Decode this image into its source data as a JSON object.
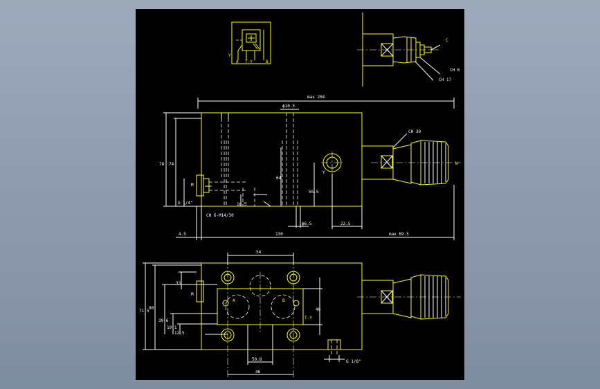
{
  "drawing": {
    "background": "#000000",
    "line_color": "#ffff00",
    "dim_color": "#ffffff",
    "symbol_labels": {
      "y": "Y",
      "a": "A",
      "t_y": "T-Y",
      "b": "B"
    },
    "top_view": {
      "label_c": "C",
      "label_ch6": "CH 6",
      "label_ch17": "CH 17"
    },
    "front_view": {
      "dim_max204": "max 204",
      "dim_phi10_5_top": "ϕ10.5",
      "dim_78": "78",
      "dim_74": "74",
      "dim_g14": "G 1/4\"",
      "label_m_left": "M",
      "dim_64": "64",
      "dim_55_5": "55.5",
      "label_y": "Y",
      "dim_16_5": "16.5",
      "label_ch6_m14": "CH 6-M14/30",
      "dim_phi6_5": "ϕ6.5",
      "dim_22_5": "22.5",
      "label_ch30": "CH 30",
      "label_w": "W",
      "dim_4_5": "4.5",
      "dim_130": "130",
      "dim_max69_5": "max 69.5"
    },
    "bottom_view": {
      "dim_54": "54",
      "dim_90": "90",
      "dim_71_5": "71.5",
      "dim_33": "33",
      "dim_39_6": "39.6",
      "dim_19_1": "19.1",
      "dim_12_5": "12.5",
      "dim_40": "40",
      "label_m": "M",
      "label_a": "A",
      "label_b": "B",
      "label_t_y": "T-Y",
      "dim_50_8": "50.8",
      "dim_46": "46",
      "dim_g18": "G 1/8\""
    }
  }
}
